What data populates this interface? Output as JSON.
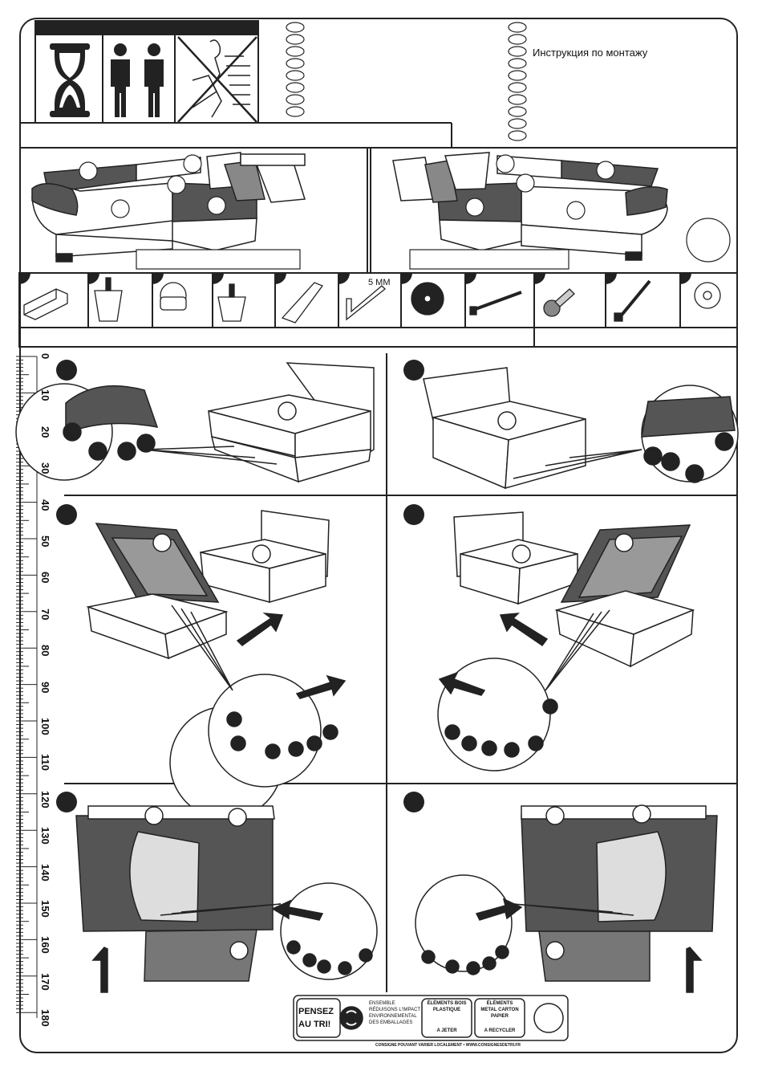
{
  "header": {
    "instruction_label": "Инструкция по монтажу"
  },
  "parts": {
    "allen_key_size": "5 MM"
  },
  "ruler": {
    "marks": [
      "0",
      "10",
      "20",
      "30",
      "40",
      "50",
      "60",
      "70",
      "80",
      "90",
      "100",
      "110",
      "120",
      "130",
      "140",
      "150",
      "160",
      "170",
      "180"
    ]
  },
  "recycle": {
    "pensez": "PENSEZ",
    "au_tri": "AU TRI!",
    "ensemble": [
      "ENSEMBLE",
      "RÉDUISONS L'IMPACT",
      "ENVIRONNEMENTAL",
      "DES EMBALLAGES"
    ],
    "bois_title": [
      "ÉLÉMENTS BOIS",
      "PLASTIQUE"
    ],
    "bois_action": "A JETER",
    "metal_title": [
      "ÉLÉMENTS",
      "METAL CARTON",
      "PAPIER"
    ],
    "metal_action": "A RECYCLER",
    "footer": "CONSIGNE POUVANT VARIER LOCALEMENT • WWW.CONSIGNESDETRI.FR"
  }
}
